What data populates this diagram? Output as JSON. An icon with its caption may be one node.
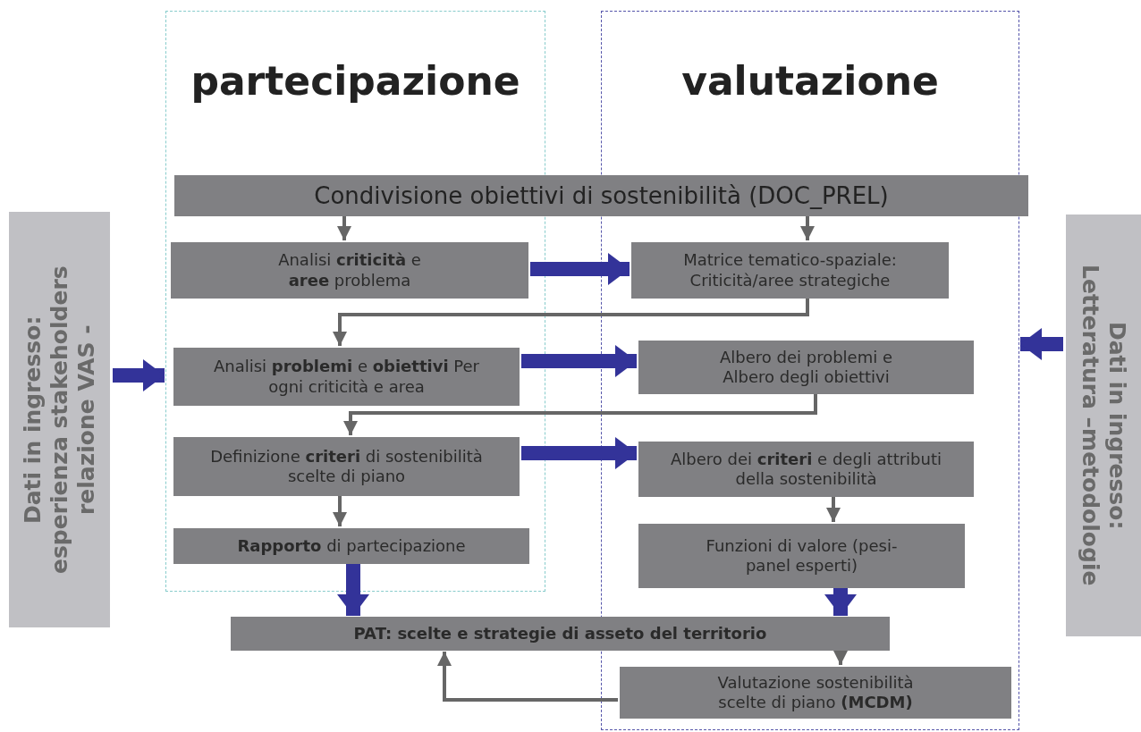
{
  "diagram": {
    "nodes": [
      {
        "text": [
          "partecipazione"
        ]
      },
      {
        "text": [
          "valutazione"
        ]
      },
      {
        "text": [
          "Condivisione obiettivi di sostenibilità (DOC_PREL)"
        ]
      },
      {
        "text": [
          "Analisi **criticità** e **aree** problema"
        ],
        "in": 0
      },
      {
        "text": [
          "Matrice tematico-spaziale: Criticità/aree strategiche"
        ],
        "in": 1
      },
      {
        "text": [
          "Dati in ingresso: esperienza stakeholders relazione VAS -"
        ]
      },
      {
        "text": [
          "Analisi **problemi** e **obiettivi** Per ogni criticità e area"
        ],
        "in": 0
      },
      {
        "text": [
          "Albero dei problemi e Albero degli obiettivi"
        ],
        "in": 1
      },
      {
        "text": [
          "Dati in ingresso: Letteratura –metodologie"
        ]
      },
      {
        "text": [
          "Definizione **criteri** di sostenibilità scelte di piano"
        ],
        "in": 0
      },
      {
        "text": [
          "Albero dei **criteri** e degli attributi della sostenibilità"
        ],
        "in": 1
      },
      {
        "text": [
          "**Rapporto** di partecipazione"
        ],
        "in": 0
      },
      {
        "text": [
          "Funzioni di valore (pesi-panel esperti)"
        ],
        "in": 1
      },
      {
        "text": [
          "PAT: scelte e strategie di asseto del territorio"
        ]
      },
      {
        "text": [
          "Valutazione sostenibilità scelte di piano **(MCDM)**"
        ],
        "in": 1
      }
    ],
    "edges": [
      {
        "from": 2,
        "to": 3,
        "arrow": "to"
      },
      {
        "from": 2,
        "to": 4,
        "arrow": "to"
      },
      {
        "from": 3,
        "to": 4,
        "arrow": "to",
        "style": "thick",
        "color": "#333399"
      },
      {
        "from": 4,
        "to": 6,
        "arrow": "to"
      },
      {
        "from": 6,
        "to": 7,
        "arrow": "to",
        "style": "thick",
        "color": "#333399"
      },
      {
        "from": 7,
        "to": 9,
        "arrow": "to"
      },
      {
        "from": 9,
        "to": 10,
        "arrow": "to",
        "style": "thick",
        "color": "#333399"
      },
      {
        "from": 9,
        "to": 11,
        "arrow": "to"
      },
      {
        "from": 10,
        "to": 12,
        "arrow": "to"
      },
      {
        "from": 11,
        "to": 13,
        "arrow": "to",
        "style": "thick",
        "color": "#333399"
      },
      {
        "from": 12,
        "to": 13,
        "arrow": "to",
        "style": "thick",
        "color": "#333399"
      },
      {
        "from": 13,
        "to": 14,
        "arrow": "to"
      },
      {
        "from": 14,
        "to": 13,
        "arrow": "to"
      },
      {
        "from": 5,
        "to": 0,
        "arrow": "to",
        "style": "thick",
        "color": "#333399"
      },
      {
        "from": 8,
        "to": 1,
        "arrow": "to",
        "style": "thick",
        "color": "#333399"
      }
    ]
  }
}
